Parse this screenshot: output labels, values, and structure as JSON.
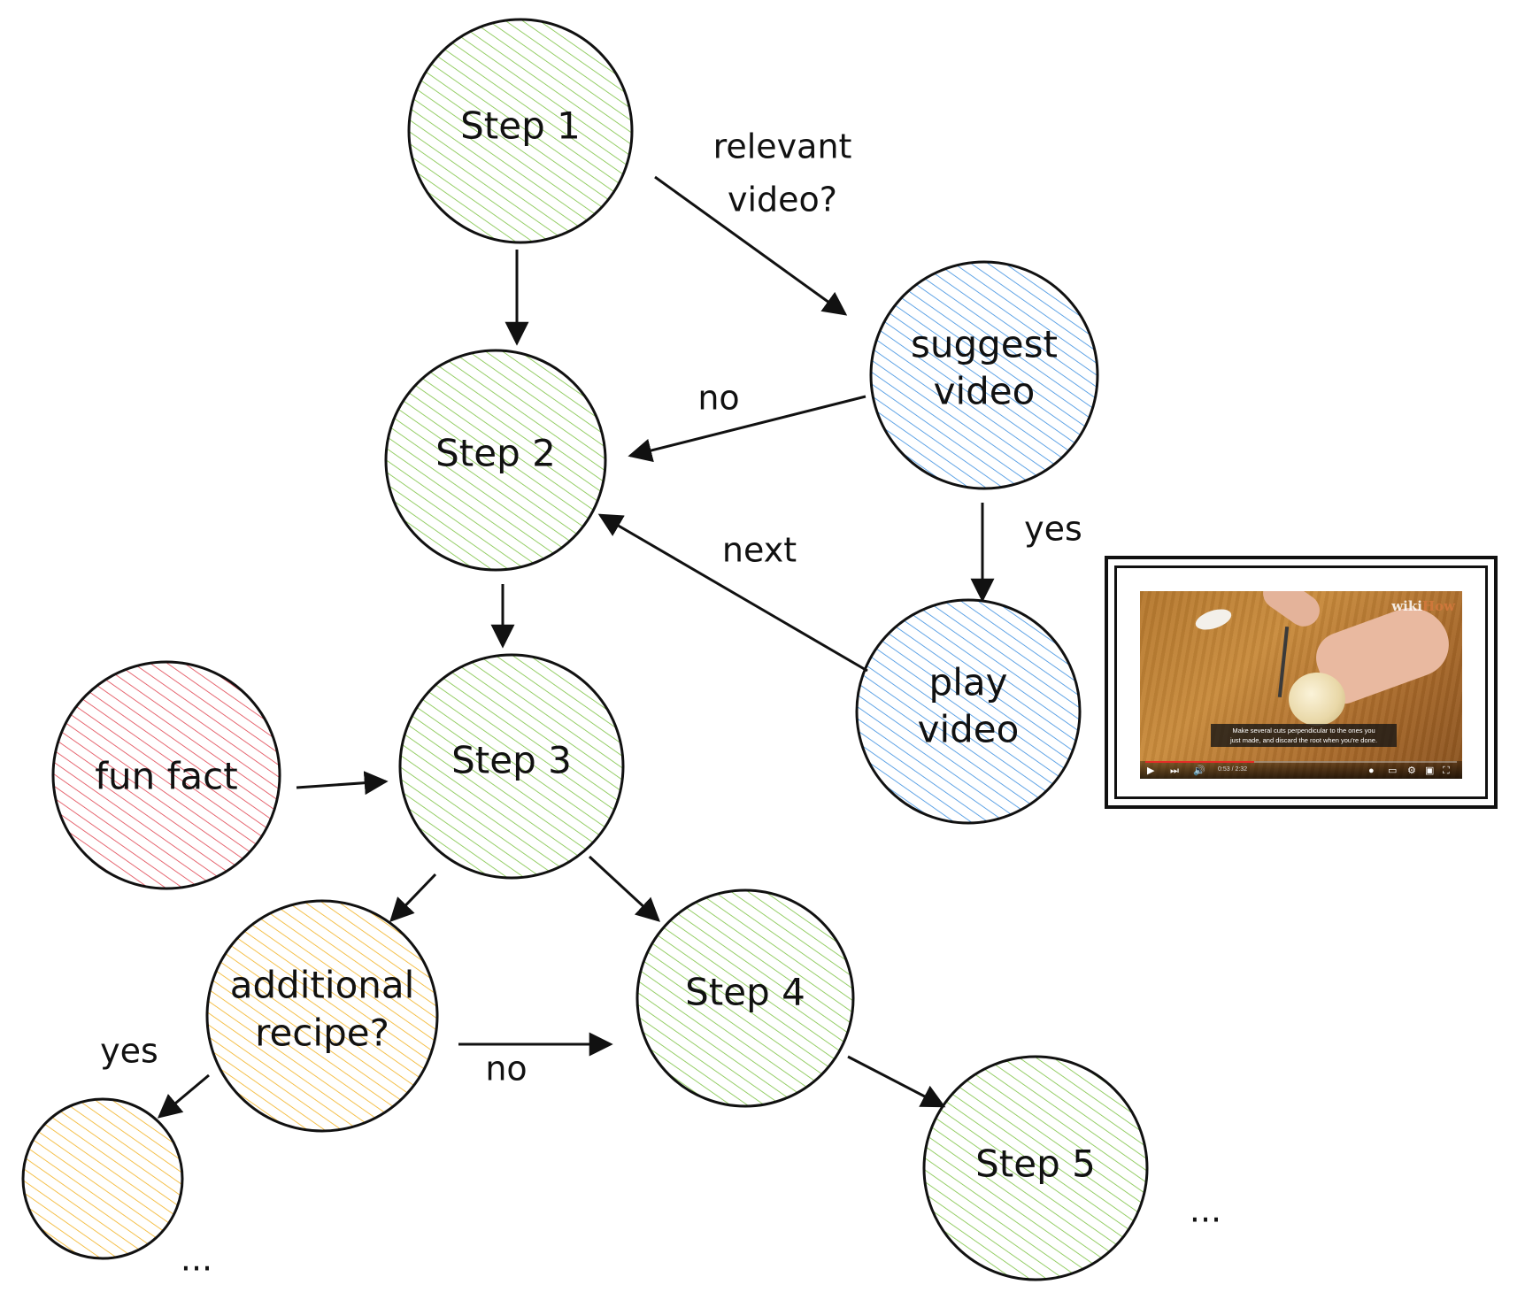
{
  "nodes": [
    {
      "id": "step1",
      "label_lines": [
        "Step 1"
      ],
      "color": "#7cc242",
      "type": "step"
    },
    {
      "id": "step2",
      "label_lines": [
        "Step 2"
      ],
      "color": "#7cc242",
      "type": "step"
    },
    {
      "id": "step3",
      "label_lines": [
        "Step 3"
      ],
      "color": "#7cc242",
      "type": "step"
    },
    {
      "id": "step4",
      "label_lines": [
        "Step 4"
      ],
      "color": "#7cc242",
      "type": "step"
    },
    {
      "id": "step5",
      "label_lines": [
        "Step 5"
      ],
      "color": "#7cc242",
      "type": "step"
    },
    {
      "id": "suggest",
      "label_lines": [
        "suggest",
        "video"
      ],
      "color": "#3a8ee0",
      "type": "video"
    },
    {
      "id": "play",
      "label_lines": [
        "play",
        "video"
      ],
      "color": "#3a8ee0",
      "type": "video"
    },
    {
      "id": "funfact",
      "label_lines": [
        "fun fact"
      ],
      "color": "#e0424f",
      "type": "fact"
    },
    {
      "id": "additional",
      "label_lines": [
        "additional",
        "recipe?"
      ],
      "color": "#f2b120",
      "type": "recipe"
    },
    {
      "id": "recipe-next",
      "label_lines": [],
      "color": "#f2b120",
      "type": "recipe"
    }
  ],
  "edge_labels": {
    "relevant_video": [
      "relevant",
      "video?"
    ],
    "no_to_step2": "no",
    "yes_to_play": "yes",
    "next_to_step2": "next",
    "yes_to_recipe": "yes",
    "no_to_step4": "no"
  },
  "ellipses": {
    "after_recipe": "...",
    "after_step5": "..."
  },
  "video_thumbnail": {
    "caption_line1": "Make several cuts perpendicular to the ones you",
    "caption_line2": "just made, and discard the root when you're done.",
    "brand_part1": "wiki",
    "brand_part2": "How",
    "time": "0:53 / 2:32",
    "progress": 0.35
  }
}
